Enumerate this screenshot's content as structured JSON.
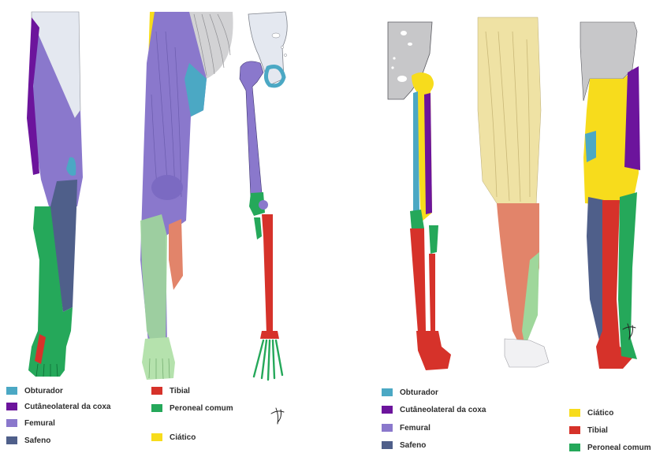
{
  "colors": {
    "obturador": "#4ba8c4",
    "cutaneo": "#6c149c",
    "femural": "#8a78cc",
    "safeno": "#4f5f8a",
    "tibial": "#d6322a",
    "peroneal": "#25a85a",
    "ciatico": "#f7dc1c",
    "bone_gray": "#c7c7c9",
    "blank_region": "#e4e8f0",
    "muscle_yellow": "#efe2a4",
    "muscle_orange": "#e2846a",
    "muscle_green": "#9fd79b"
  },
  "legend_left": {
    "obturador": "Obturador",
    "cutaneo": "Cutâneolateral da coxa",
    "femural": "Femural",
    "safeno": "Safeno",
    "tibial": "Tibial",
    "peroneal": "Peroneal comum",
    "ciatico": "Ciático"
  },
  "legend_right": {
    "obturador": "Obturador",
    "cutaneo": "Cutâneolateral da coxa",
    "femural": "Femural",
    "safeno": "Safeno",
    "ciatico": "Ciático",
    "tibial": "Tibial",
    "peroneal": "Peroneal comum"
  }
}
